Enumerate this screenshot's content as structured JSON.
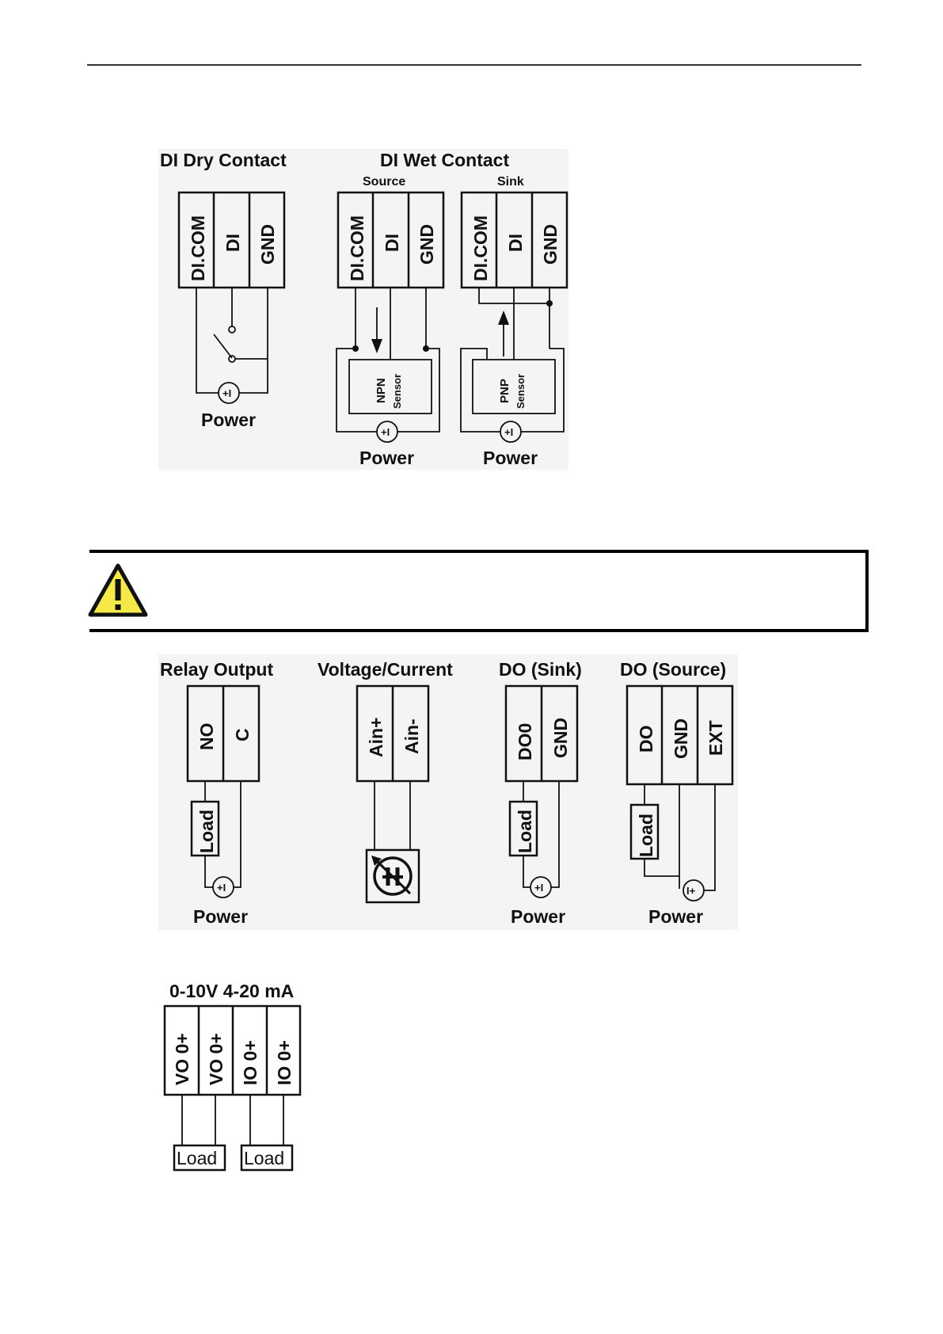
{
  "di": {
    "dry_title": "DI Dry Contact",
    "wet_title": "DI Wet Contact",
    "source_label": "Source",
    "sink_label": "Sink",
    "terminals": [
      "DI.COM",
      "DI",
      "GND"
    ],
    "npn_label": "NPN",
    "pnp_label": "PNP",
    "sensor_label": "Sensor",
    "power_label": "Power",
    "power_symbol": "+I"
  },
  "notice": {
    "icon": "warning-icon",
    "icon_color": "#f5e94a"
  },
  "output": {
    "relay_title": "Relay Output",
    "relay_terminals": [
      "NO",
      "C"
    ],
    "vc_title": "Voltage/Current",
    "vc_terminals": [
      "Ain+",
      "Ain-"
    ],
    "do_sink_title": "DO (Sink)",
    "do_sink_terminals": [
      "DO0",
      "GND"
    ],
    "do_source_title": "DO (Source)",
    "do_source_terminals": [
      "DO",
      "GND",
      "EXT"
    ],
    "load_label": "Load",
    "power_label": "Power",
    "power_symbol_a": "+I",
    "power_symbol_b": "I+"
  },
  "ao": {
    "title": "0-10V  4-20 mA",
    "terminals": [
      "VO 0+",
      "VO 0+",
      "IO 0+",
      "IO 0+"
    ],
    "load_label": "Load"
  }
}
